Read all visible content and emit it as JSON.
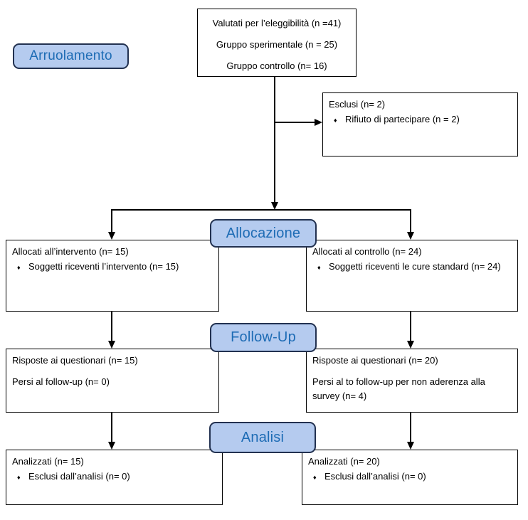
{
  "diagram": {
    "bullet_char": "♦",
    "colors": {
      "background": "#FFFFFF",
      "box_border": "#000000",
      "line_color": "#000000",
      "label_fill": "#B5CBEF",
      "label_border": "#223150",
      "label_text": "#1E6CB5"
    },
    "stages": {
      "enrollment": "Arruolamento",
      "allocation": "Allocazione",
      "followup": "Follow-Up",
      "analysis": "Analisi"
    },
    "boxes": {
      "eligibility": {
        "lines": [
          "Valutati per l’eleggibilità (n =41)",
          "Gruppo sperimentale (n = 25)",
          "Gruppo controllo (n= 16)"
        ]
      },
      "excluded": {
        "title": "Esclusi (n= 2)",
        "bullets": [
          "Rifiuto di partecipare (n = 2)"
        ]
      },
      "allocation_left": {
        "title": "Allocati all’intervento (n= 15)",
        "bullets": [
          "Soggetti riceventi l’intervento (n= 15)"
        ]
      },
      "allocation_right": {
        "title": "Allocati al controllo (n= 24)",
        "bullets": [
          "Soggetti riceventi le cure standard (n= 24)"
        ]
      },
      "followup_left": {
        "paragraphs": [
          "Risposte ai questionari (n= 15)",
          "Persi al follow-up (n= 0)"
        ]
      },
      "followup_right": {
        "paragraphs": [
          "Risposte ai questionari (n= 20)",
          "Persi al to follow-up per non aderenza alla survey (n= 4)"
        ]
      },
      "analysis_left": {
        "title": "Analizzati (n= 15)",
        "bullets": [
          "Esclusi dall’analisi (n= 0)"
        ]
      },
      "analysis_right": {
        "title": "Analizzati (n= 20)",
        "bullets": [
          "Esclusi dall’analisi (n= 0)"
        ]
      }
    }
  }
}
